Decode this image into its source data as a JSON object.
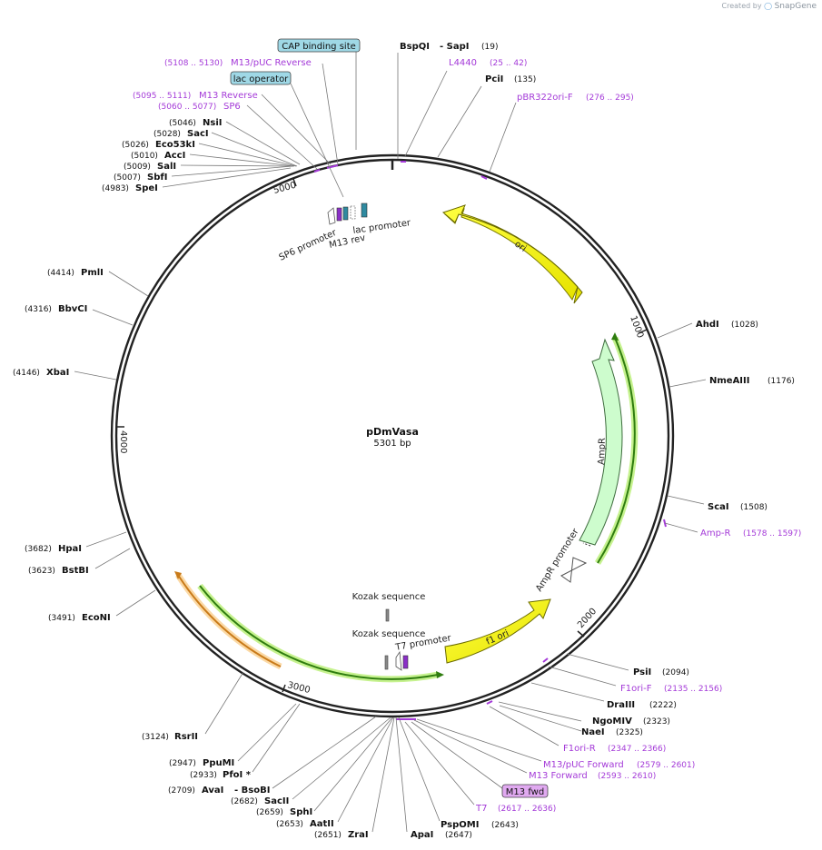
{
  "credit": {
    "prefix": "Created by",
    "brand": "SnapGene"
  },
  "plasmid": {
    "name": "pDmVasa",
    "length": "5301 bp"
  },
  "ticks": [
    "1000",
    "2000",
    "3000",
    "4000",
    "5000"
  ],
  "sites": [
    {
      "name": "BspQI",
      "pos": "",
      "extra": "- SapI",
      "extra_pos": "(19)"
    },
    {
      "name": "PciI",
      "pos": "(135)"
    },
    {
      "name": "AhdI",
      "pos": "(1028)"
    },
    {
      "name": "NmeAIII",
      "pos": "(1176)"
    },
    {
      "name": "ScaI",
      "pos": "(1508)"
    },
    {
      "name": "PsiI",
      "pos": "(2094)"
    },
    {
      "name": "DraIII",
      "pos": "(2222)"
    },
    {
      "name": "NgoMIV",
      "pos": "(2323)"
    },
    {
      "name": "NaeI",
      "pos": "(2325)"
    },
    {
      "name": "PspOMI",
      "pos": "(2643)"
    },
    {
      "name": "ApaI",
      "pos": "(2647)"
    },
    {
      "name": "ZraI",
      "pos": "(2651)"
    },
    {
      "name": "AatII",
      "pos": "(2653)"
    },
    {
      "name": "SphI",
      "pos": "(2659)"
    },
    {
      "name": "SacII",
      "pos": "(2682)"
    },
    {
      "name": "AvaI",
      "pos": "(2709)",
      "extra": "- BsoBI"
    },
    {
      "name": "PfoI *",
      "pos": "(2933)"
    },
    {
      "name": "PpuMI",
      "pos": "(2947)"
    },
    {
      "name": "RsrII",
      "pos": "(3124)"
    },
    {
      "name": "EcoNI",
      "pos": "(3491)"
    },
    {
      "name": "BstBI",
      "pos": "(3623)"
    },
    {
      "name": "HpaI",
      "pos": "(3682)"
    },
    {
      "name": "XbaI",
      "pos": "(4146)"
    },
    {
      "name": "BbvCI",
      "pos": "(4316)"
    },
    {
      "name": "PmlI",
      "pos": "(4414)"
    },
    {
      "name": "SpeI",
      "pos": "(4983)"
    },
    {
      "name": "SbfI",
      "pos": "(5007)"
    },
    {
      "name": "SalI",
      "pos": "(5009)"
    },
    {
      "name": "AccI",
      "pos": "(5010)"
    },
    {
      "name": "Eco53kI",
      "pos": "(5026)"
    },
    {
      "name": "SacI",
      "pos": "(5028)"
    },
    {
      "name": "NsiI",
      "pos": "(5046)"
    }
  ],
  "primers": [
    {
      "name": "L4440",
      "range": "(25 .. 42)"
    },
    {
      "name": "pBR322ori-F",
      "range": "(276 .. 295)"
    },
    {
      "name": "Amp-R",
      "range": "(1578 .. 1597)"
    },
    {
      "name": "F1ori-F",
      "range": "(2135 .. 2156)"
    },
    {
      "name": "F1ori-R",
      "range": "(2347 .. 2366)"
    },
    {
      "name": "M13/pUC Forward",
      "range": "(2579 .. 2601)"
    },
    {
      "name": "M13 Forward",
      "range": "(2593 .. 2610)"
    },
    {
      "name": "T7",
      "range": "(2617 .. 2636)"
    },
    {
      "name": "SP6",
      "range": "(5060 .. 5077)"
    },
    {
      "name": "M13 Reverse",
      "range": "(5095 .. 5111)"
    },
    {
      "name": "M13/pUC Reverse",
      "range": "(5108 .. 5130)"
    }
  ],
  "boxed_labels": {
    "cap": "CAP binding site",
    "lac_op": "lac operator",
    "m13fwd": "M13 fwd"
  },
  "features": {
    "ori": "ori",
    "ampr": "AmpR",
    "ampr_promoter": "AmpR promoter",
    "f1_ori": "f1 ori",
    "t7_promoter": "T7 promoter",
    "kozak1": "Kozak sequence",
    "kozak2": "Kozak sequence",
    "sp6_promoter": "SP6 promoter",
    "m13_rev": "M13 rev",
    "lac_promoter": "lac promoter"
  },
  "colors": {
    "backbone": "#222222",
    "primer": "#a43ad8",
    "ori_fill": "#f7f400",
    "ampr_fill": "#cdfccd",
    "green_track": "#2f7d0f",
    "orange_track": "#c97b1a",
    "box_fill": "#9fd8e6",
    "m13fwd_fill": "#e0a9f0",
    "line": "#777777"
  }
}
